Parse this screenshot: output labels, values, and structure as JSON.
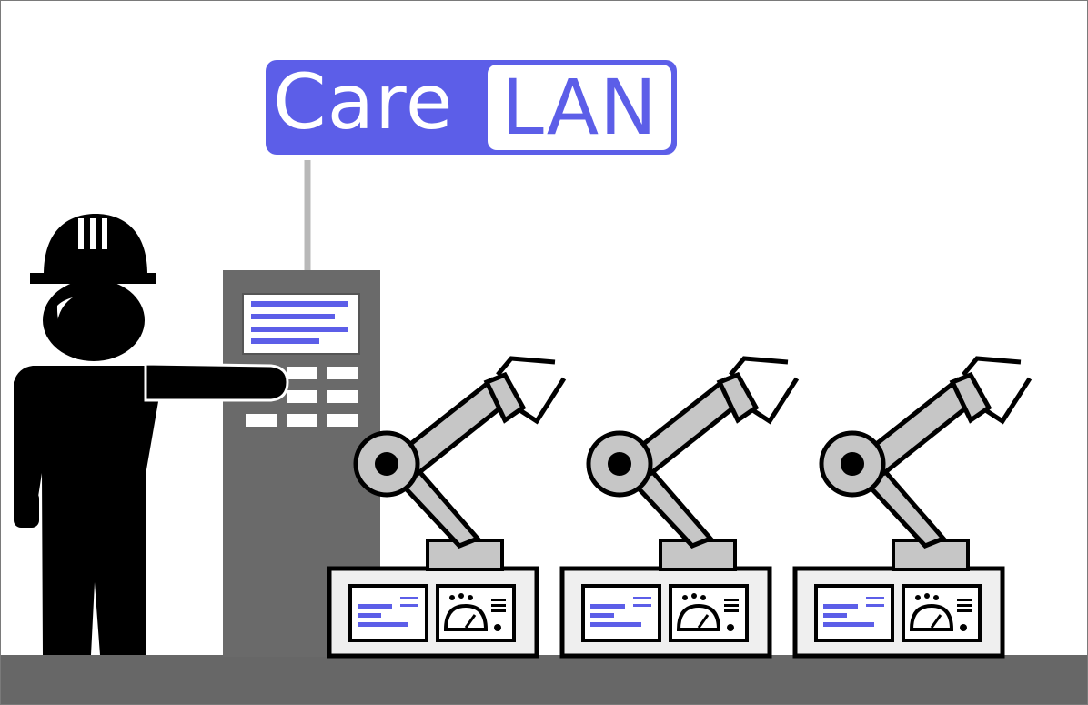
{
  "logo": {
    "word_care": "Care",
    "word_lan": "LAN"
  },
  "colors": {
    "brand": "#5c5ee8",
    "floor": "#676767",
    "cabinet": "#6a6a6a",
    "robot_gray": "#c6c6c6",
    "outline": "#000000"
  },
  "scene": {
    "worker": "worker-with-hard-hat",
    "controller": "control-cabinet-with-screen-and-keypad",
    "robot_arm_count": 3
  }
}
